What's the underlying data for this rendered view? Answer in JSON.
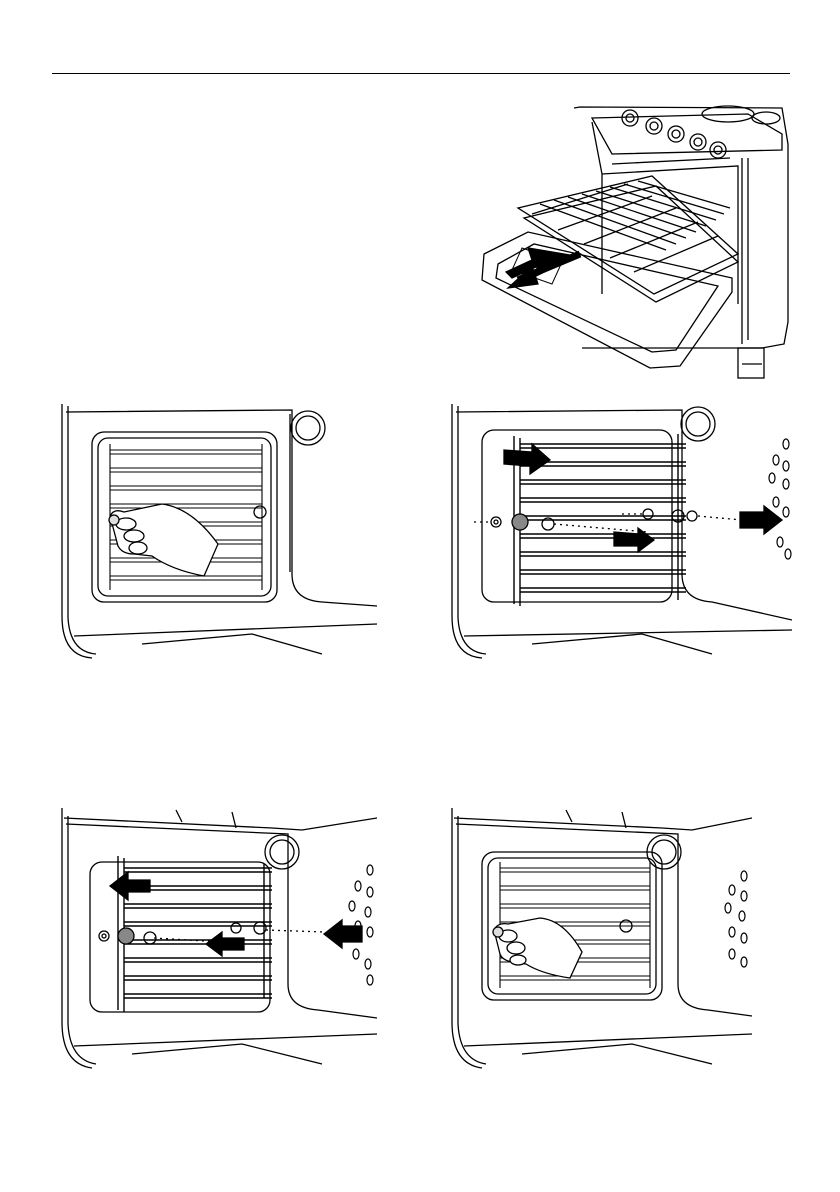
{
  "page": {
    "captions": []
  },
  "figures": [
    {
      "id": "oven-rack-removal",
      "icon": "oven-with-pulled-rack"
    },
    {
      "id": "step-unscrew-left",
      "icon": "hand-unscrewing"
    },
    {
      "id": "step-remove-side-rack",
      "icon": "rack-removal-arrows"
    },
    {
      "id": "step-install-side-rack",
      "icon": "rack-install-arrows"
    },
    {
      "id": "step-screw-left",
      "icon": "hand-screwing"
    }
  ],
  "colors": {
    "line": "#000000",
    "arrow": "#000000",
    "screw": "#888888"
  }
}
